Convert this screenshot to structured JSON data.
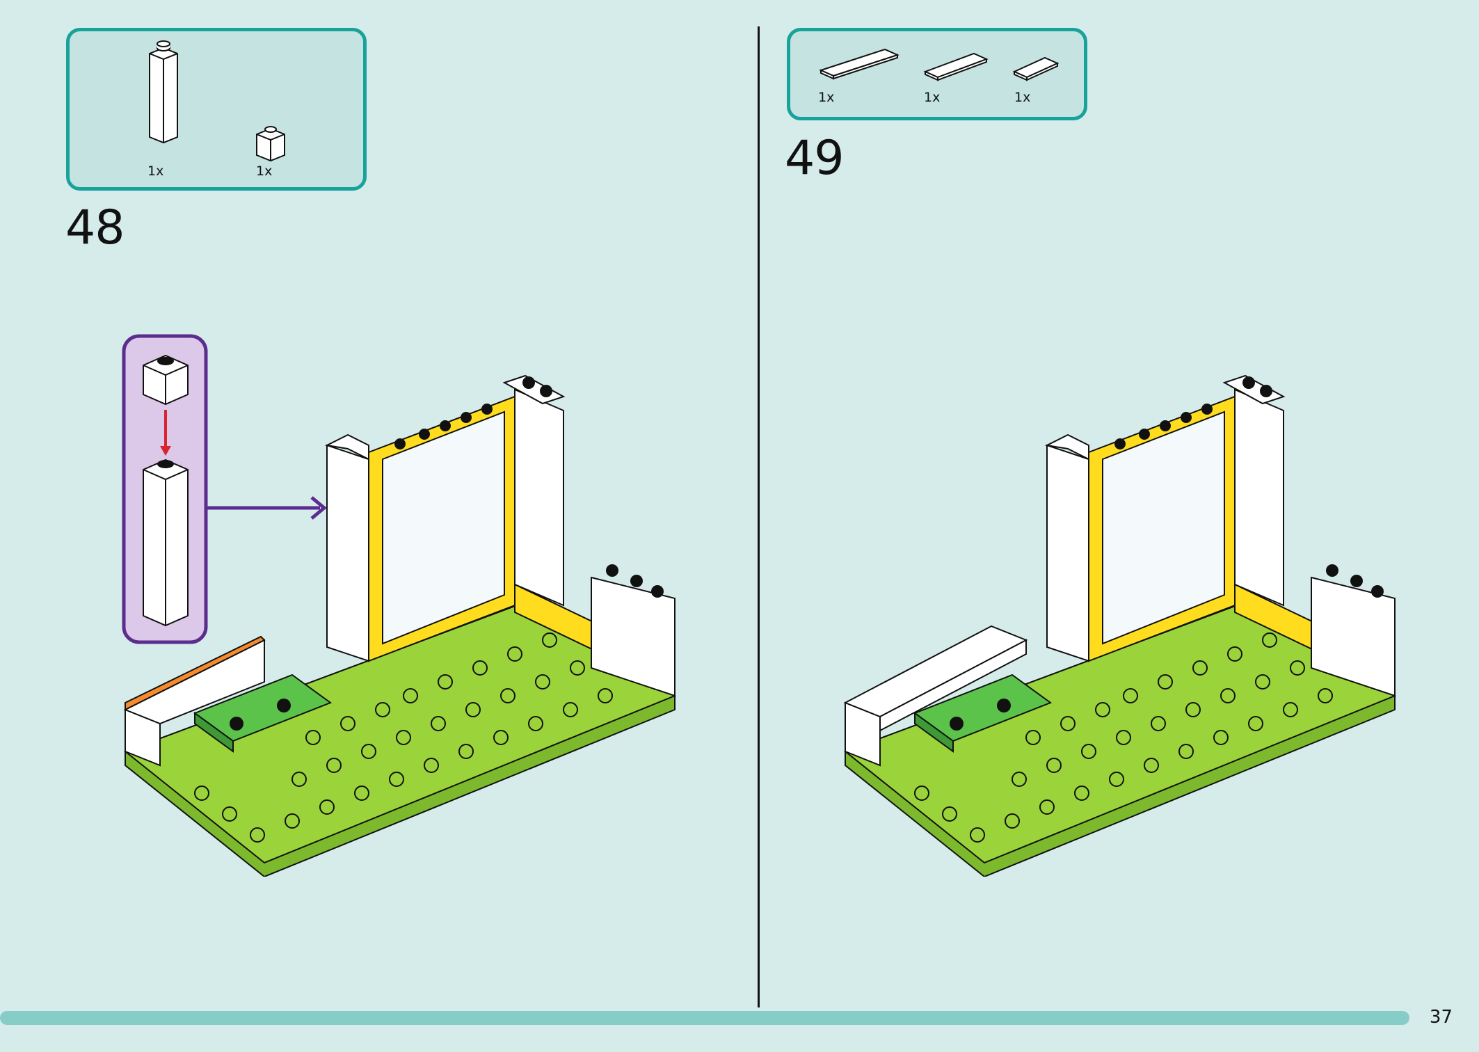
{
  "steps": [
    {
      "number": "48",
      "parts": [
        {
          "icon": "white-1x1-tall-brick-icon",
          "qty": "1x"
        },
        {
          "icon": "white-1x1-brick-icon",
          "qty": "1x"
        }
      ]
    },
    {
      "number": "49",
      "parts": [
        {
          "icon": "white-1x4-tile-icon",
          "qty": "1x"
        },
        {
          "icon": "white-1x3-tile-icon",
          "qty": "1x"
        },
        {
          "icon": "white-1x2-tile-icon",
          "qty": "1x"
        }
      ]
    }
  ],
  "page_number": "37",
  "colors": {
    "background": "#d6eceb",
    "parts_border": "#17a29a",
    "baseplate_green": "#9ad33a",
    "tile_green": "#5cc34a",
    "window_yellow": "#ffdc1e",
    "callout_purple": "#5b2d8e",
    "arrow_red": "#d9232e",
    "accent_orange": "#f58b2e"
  }
}
